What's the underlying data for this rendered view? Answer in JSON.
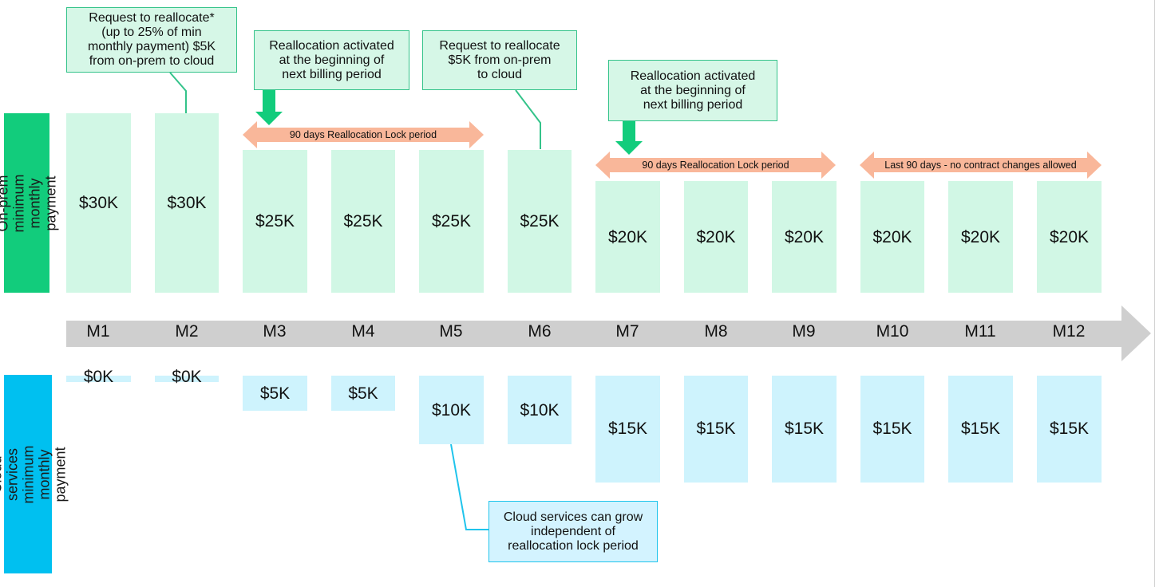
{
  "side_labels": {
    "onprem": "On-prem minimum\nmonthly payment",
    "cloud": "Cloud services minimum\nmonthly payment"
  },
  "months": [
    "M1",
    "M2",
    "M3",
    "M4",
    "M5",
    "M6",
    "M7",
    "M8",
    "M9",
    "M10",
    "M11",
    "M12"
  ],
  "onprem_values": [
    "$30K",
    "$30K",
    "$25K",
    "$25K",
    "$25K",
    "$25K",
    "$20K",
    "$20K",
    "$20K",
    "$20K",
    "$20K",
    "$20K"
  ],
  "cloud_values": [
    "$0K",
    "$0K",
    "$5K",
    "$5K",
    "$10K",
    "$10K",
    "$15K",
    "$15K",
    "$15K",
    "$15K",
    "$15K",
    "$15K"
  ],
  "callouts": {
    "request1": "Request to reallocate*\n(up to 25% of min\nmonthly payment) $5K\nfrom on-prem to cloud",
    "activated1": "Reallocation activated\nat the beginning of\nnext billing period",
    "request2": "Request to reallocate\n$5K from on-prem\nto cloud",
    "activated2": "Reallocation activated\nat the beginning of\nnext billing period",
    "cloud_grow": "Cloud services can grow\nindependent of\nreallocation lock period"
  },
  "lock_periods": {
    "lock1": "90 days Reallocation Lock period",
    "lock2": "90 days Reallocation Lock period",
    "last90": "Last 90 days - no contract changes allowed"
  },
  "colors": {
    "onprem_accent": "#12cc7c",
    "cloud_accent": "#00c0f0",
    "onprem_bar": "#d1f7e5",
    "cloud_bar": "#cef3fd",
    "lock_arrow": "#f9b79a",
    "timeline": "#cfcfcf",
    "activation_arrow": "#12cc7c"
  }
}
